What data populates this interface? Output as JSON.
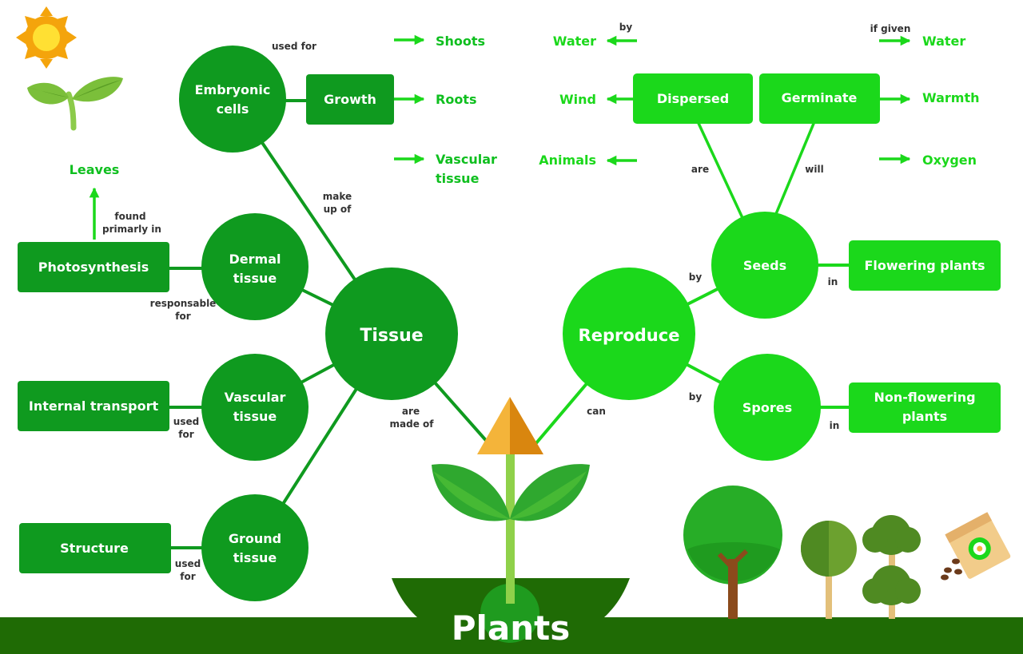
{
  "title": "Plants",
  "colors": {
    "dark_green": "#0f9a1f",
    "bright_green": "#1bd81b",
    "ground": "#1f6b05",
    "white": "#ffffff"
  },
  "hubs": {
    "tissue": "Tissue",
    "reproduce": "Reproduce"
  },
  "tissue_branch": {
    "embryonic": [
      "Embryonic",
      "cells"
    ],
    "dermal": [
      "Dermal",
      "tissue"
    ],
    "vascular": [
      "Vascular",
      "tissue"
    ],
    "ground": [
      "Ground",
      "tissue"
    ],
    "growth": "Growth",
    "photosynthesis": "Photosynthesis",
    "internal_transport": "Internal transport",
    "structure": "Structure",
    "leaves": "Leaves",
    "growth_outputs": {
      "shoots": "Shoots",
      "roots": "Roots",
      "vascular": [
        "Vascular",
        "tissue"
      ]
    }
  },
  "reproduce_branch": {
    "seeds": "Seeds",
    "spores": "Spores",
    "dispersed": "Dispersed",
    "germinate": "Germinate",
    "flowering": "Flowering plants",
    "non_flowering": [
      "Non-flowering",
      "plants"
    ],
    "dispersed_by": {
      "water": "Water",
      "wind": "Wind",
      "animals": "Animals"
    },
    "germinate_needs": {
      "water": "Water",
      "warmth": "Warmth",
      "oxygen": "Oxygen"
    }
  },
  "connector_labels": {
    "used_for_embryonic": "used for",
    "make_up_of": [
      "make",
      "up of"
    ],
    "found_primarily_in": [
      "found",
      "primarly in"
    ],
    "responsable_for": [
      "responsable",
      "for"
    ],
    "used_for_vascular": [
      "used",
      "for"
    ],
    "used_for_ground": [
      "used",
      "for"
    ],
    "are_made_of": [
      "are",
      "made of"
    ],
    "can": "can",
    "by_seeds": "by",
    "by_spores": "by",
    "in_flowering": "in",
    "in_non_flowering": "in",
    "are": "are",
    "will": "will",
    "by_dispersal": "by",
    "if_given": "if given"
  },
  "icons": [
    "sun-icon",
    "sprout-icon",
    "plant-illustration",
    "round-tree-icon",
    "half-tree-icon",
    "bush-tree-icon",
    "seed-packet-icon"
  ]
}
